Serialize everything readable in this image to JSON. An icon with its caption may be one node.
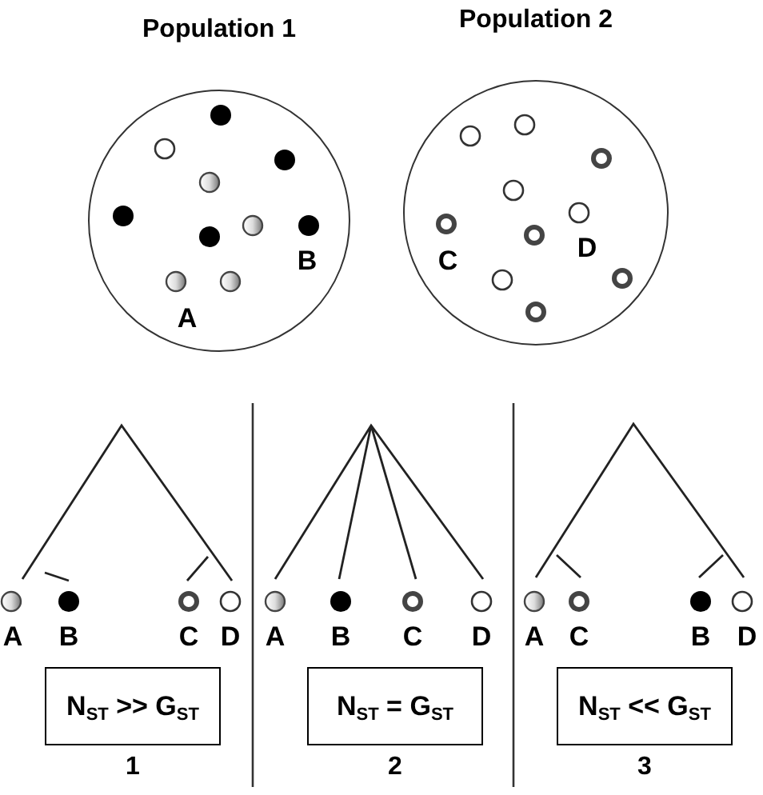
{
  "diagram": {
    "nodes": [
      {
        "text": [
          "Population 1"
        ]
      },
      {
        "text": [
          "Population 2"
        ]
      },
      {
        "text": [
          "N$_{ST}$ >> G$_{ST}$"
        ],
        "beside": [
          "1"
        ]
      },
      {
        "text": [
          "N$_{ST}$ = G$_{ST}$"
        ],
        "beside": [
          "2"
        ]
      },
      {
        "text": [
          "N$_{ST}$ << G$_{ST}$"
        ],
        "beside": [
          "3"
        ]
      }
    ],
    "labels": [
      "B",
      "A",
      "C",
      "D",
      "A",
      "B",
      "C",
      "D",
      "A",
      "B",
      "C",
      "D",
      "A",
      "C",
      "B",
      "D"
    ]
  }
}
